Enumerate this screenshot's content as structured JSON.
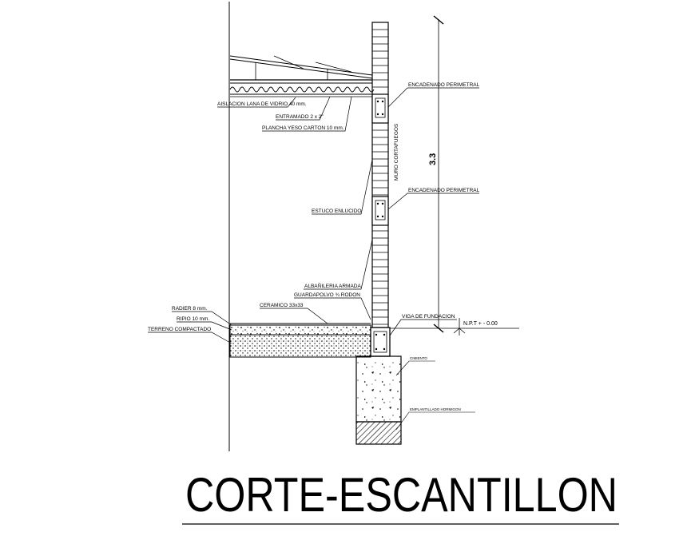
{
  "drawing": {
    "title": "CORTE-ESCANTILLON",
    "dimension": "3.3",
    "level": "N.P.T + - 0.00",
    "labels": {
      "aislacion": "AISLACION LANA DE VIDRIO 40 mm.",
      "entramado": "ENTRAMADO 2 x 2\"",
      "plancha": "PLANCHA YESO CARTON 10 mm.",
      "encadenado_1": "ENCADENADO PERIMETRAL",
      "encadenado_2": "ENCADENADO PERIMETRAL",
      "muro": "MURO CORTAFUEGOS",
      "estuco": "ESTUCO ENLUCIDO",
      "albanileria": "ALBAÑILERIA ARMADA",
      "guardapolvo": "GUARDAPOLVO ¾ RODON",
      "ceramico": "CERAMICO 33x33",
      "radier": "RADIER 8 mm.",
      "ripio": "RIPIO 10 mm.",
      "terreno": "TERRENO COMPACTADO",
      "viga": "VIGA DE FUNDACION",
      "cimiento": "CIMIENTO",
      "emplantillado": "EMPLANTILLADO HORMIGON"
    }
  }
}
